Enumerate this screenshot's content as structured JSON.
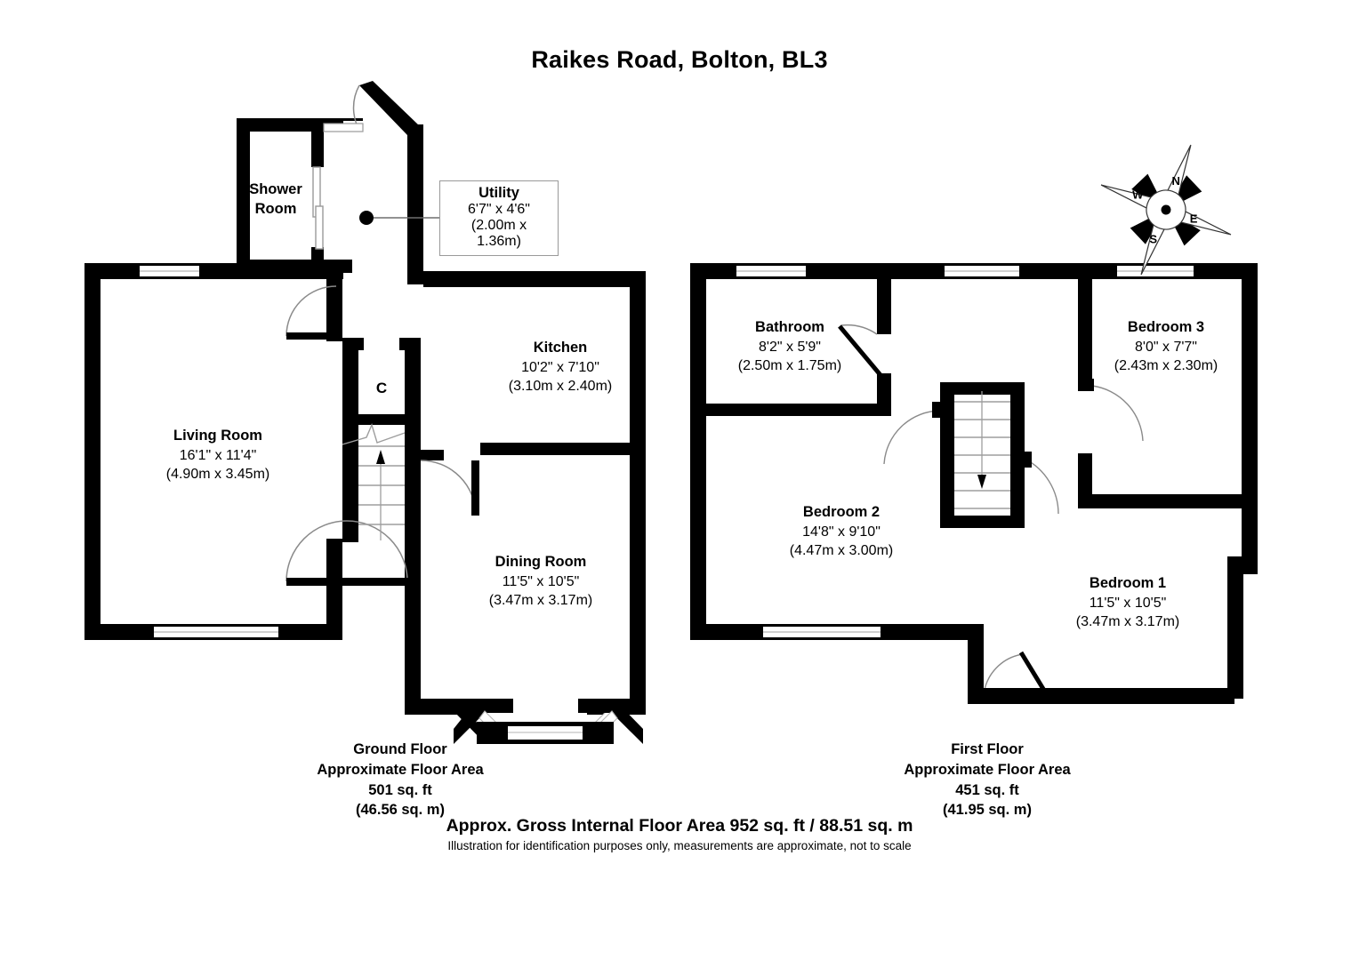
{
  "title": "Raikes Road, Bolton, BL3",
  "ground_floor": {
    "rooms": [
      {
        "name": "Shower\nRoom",
        "name_line1": "Shower",
        "name_line2": "Room",
        "dim_imperial": "",
        "dim_metric": ""
      },
      {
        "name": "Utility",
        "dim_imperial": "6'7\" x 4'6\"",
        "dim_metric": "(2.00m x 1.36m)"
      },
      {
        "name": "Kitchen",
        "dim_imperial": "10'2\" x 7'10\"",
        "dim_metric": "(3.10m x 2.40m)"
      },
      {
        "name": "Living Room",
        "dim_imperial": "16'1\" x 11'4\"",
        "dim_metric": "(4.90m x 3.45m)"
      },
      {
        "name": "Dining Room",
        "dim_imperial": "11'5\" x 10'5\"",
        "dim_metric": "(3.47m x 3.17m)"
      }
    ],
    "cupboard_letter": "C",
    "footer": {
      "line1": "Ground Floor",
      "line2": "Approximate Floor Area",
      "line3": "501 sq. ft",
      "line4": "(46.56 sq. m)"
    }
  },
  "first_floor": {
    "rooms": [
      {
        "name": "Bathroom",
        "dim_imperial": "8'2\" x 5'9\"",
        "dim_metric": "(2.50m x 1.75m)"
      },
      {
        "name": "Bedroom 3",
        "dim_imperial": "8'0\" x 7'7\"",
        "dim_metric": "(2.43m x 2.30m)"
      },
      {
        "name": "Bedroom 2",
        "dim_imperial": "14'8\" x 9'10\"",
        "dim_metric": "(4.47m x 3.00m)"
      },
      {
        "name": "Bedroom 1",
        "dim_imperial": "11'5\" x 10'5\"",
        "dim_metric": "(3.47m x 3.17m)"
      }
    ],
    "footer": {
      "line1": "First Floor",
      "line2": "Approximate Floor Area",
      "line3": "451 sq. ft",
      "line4": "(41.95 sq. m)"
    }
  },
  "summary": {
    "gross_area": "Approx. Gross Internal Floor Area 952 sq. ft / 88.51 sq. m",
    "disclaimer": "Illustration for identification purposes only, measurements are approximate, not to scale"
  },
  "compass": {
    "north": "N",
    "east": "E",
    "south": "S",
    "west": "W"
  },
  "colors": {
    "wall": "#000000",
    "background": "#ffffff",
    "window_line": "#b5b5b5",
    "door_arc": "#7a7a7a",
    "label_border": "#999999"
  }
}
